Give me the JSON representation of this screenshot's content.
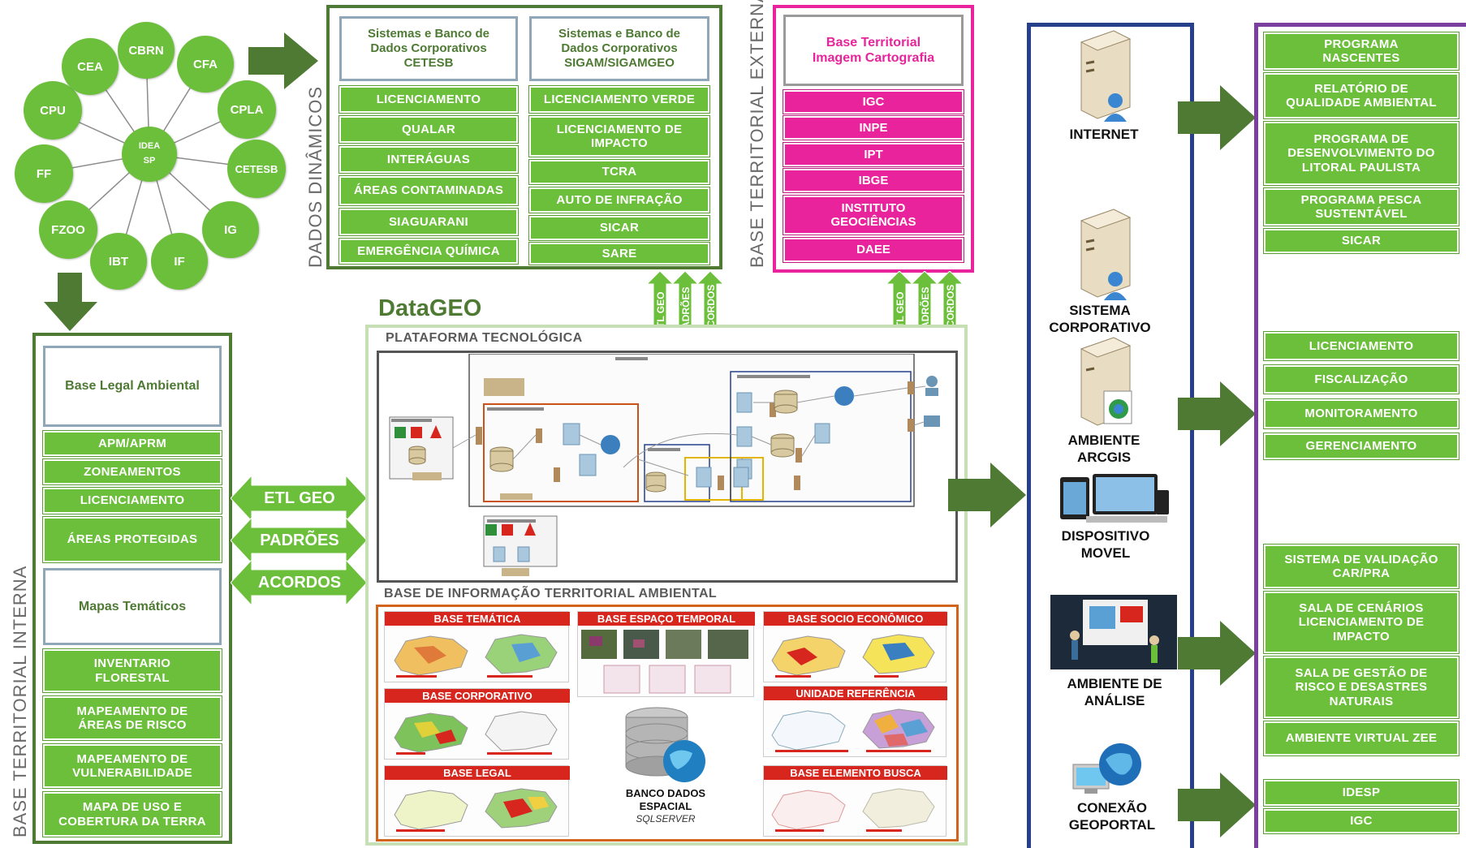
{
  "idea": {
    "hub": "IDEA SP",
    "nodes": [
      "CBRN",
      "CFA",
      "CPLA",
      "CETESB",
      "IG",
      "IF",
      "IBT",
      "FZOO",
      "FF",
      "CPU",
      "CEA"
    ]
  },
  "dados_dinamicos": {
    "label": "DADOS DINÂMICOS",
    "col1": {
      "header": "Sistemas e Banco de Dados Corporativos CETESB",
      "items": [
        "LICENCIAMENTO",
        "QUALAR",
        "INTERÁGUAS",
        "ÁREAS CONTAMINADAS",
        "SIAGUARANI",
        "EMERGÊNCIA QUÍMICA"
      ]
    },
    "col2": {
      "header": "Sistemas e Banco de Dados Corporativos SIGAM/SIGAMGEO",
      "items": [
        "LICENCIAMENTO VERDE",
        "LICENCIAMENTO DE IMPACTO",
        "TCRA",
        "AUTO DE INFRAÇÃO",
        "SICAR",
        "SARE"
      ]
    }
  },
  "base_externa": {
    "label": "BASE TERRITORIAL EXTERNA",
    "header": "Base Territorial Imagem Cartografia",
    "items": [
      "IGC",
      "INPE",
      "IPT",
      "IBGE",
      "INSTITUTO GEOCIÊNCIAS",
      "DAEE"
    ]
  },
  "connectors": [
    "ETL GEO",
    "PADRÕES",
    "ACORDOS"
  ],
  "base_interna": {
    "label": "BASE TERRITORIAL INTERNA",
    "legal_header": "Base Legal Ambiental",
    "legal_items": [
      "APM/APRM",
      "ZONEAMENTOS",
      "LICENCIAMENTO",
      "ÁREAS PROTEGIDAS"
    ],
    "mapas_header": "Mapas Temáticos",
    "mapas_items": [
      "INVENTARIO FLORESTAL",
      "MAPEAMENTO DE ÁREAS DE RISCO",
      "MAPEAMENTO DE VULNERABILIDADE",
      "MAPA DE USO E COBERTURA DA TERRA"
    ]
  },
  "datageo": {
    "title": "DataGEO",
    "plataforma": "PLATAFORMA TECNOLÓGICA",
    "base_info": "BASE DE INFORMAÇÃO TERRITORIAL AMBIENTAL",
    "panels": [
      "BASE TEMÁTICA",
      "BASE ESPAÇO TEMPORAL",
      "BASE SOCIO ECONÔMICO",
      "BASE CORPORATIVO",
      "UNIDADE REFERÊNCIA",
      "BASE LEGAL",
      "BASE ELEMENTO BUSCA"
    ],
    "db_label": "BANCO DADOS ESPACIAL",
    "db_sub": "SQLSERVER"
  },
  "access": {
    "items": [
      "INTERNET",
      "SISTEMA CORPORATIVO",
      "AMBIENTE ARCGIS",
      "DISPOSITIVO MOVEL",
      "AMBIENTE DE ANÁLISE",
      "CONEXÃO GEOPORTAL"
    ]
  },
  "outputs": {
    "group1": [
      "PROGRAMA NASCENTES",
      "RELATÓRIO DE QUALIDADE AMBIENTAL",
      "PROGRAMA DE DESENVOLVIMENTO DO LITORAL PAULISTA",
      "PROGRAMA PESCA SUSTENTÁVEL",
      "SICAR"
    ],
    "group2": [
      "LICENCIAMENTO",
      "FISCALIZAÇÃO",
      "MONITORAMENTO",
      "GERENCIAMENTO"
    ],
    "group3": [
      "SISTEMA DE VALIDAÇÃO CAR/PRA",
      "SALA DE CENÁRIOS LICENCIAMENTO DE IMPACTO",
      "SALA DE GESTÃO DE RISCO E DESASTRES NATURAIS",
      "AMBIENTE VIRTUAL ZEE"
    ],
    "group4": [
      "IDESP",
      "IGC"
    ]
  },
  "colors": {
    "green": "#6bbf3a",
    "dark_green": "#4e7a34",
    "pink": "#e8239b",
    "navy": "#27408b",
    "purple": "#7b3fa0",
    "red": "#d7261e",
    "orange": "#d2641c"
  }
}
